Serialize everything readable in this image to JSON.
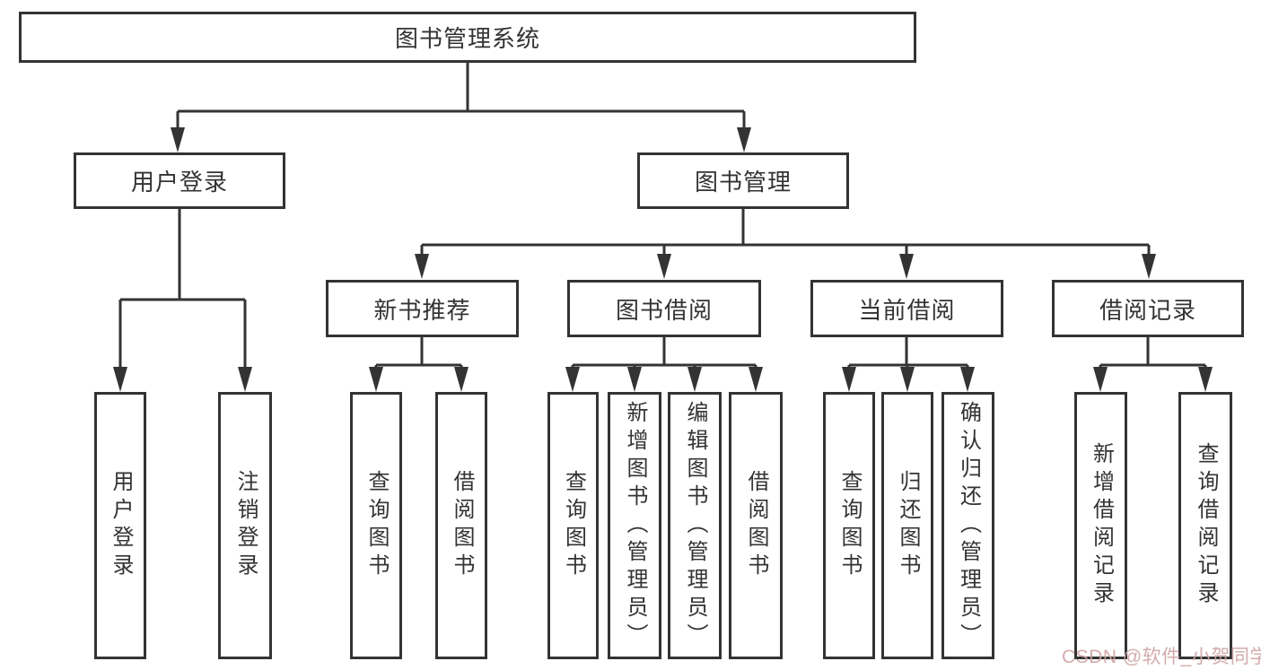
{
  "diagram": {
    "root": {
      "label": "图书管理系统"
    },
    "level1": [
      {
        "label": "用户登录"
      },
      {
        "label": "图书管理"
      }
    ],
    "level2": [
      {
        "label": "新书推荐"
      },
      {
        "label": "图书借阅"
      },
      {
        "label": "当前借阅"
      },
      {
        "label": "借阅记录"
      }
    ],
    "leaves": [
      {
        "label": "用户登录"
      },
      {
        "label": "注销登录"
      },
      {
        "label": "查询图书"
      },
      {
        "label": "借阅图书"
      },
      {
        "label": "查询图书"
      },
      {
        "label": "新增图书（管理员）"
      },
      {
        "label": "编辑图书（管理员）"
      },
      {
        "label": "借阅图书"
      },
      {
        "label": "查询图书"
      },
      {
        "label": "归还图书"
      },
      {
        "label": "确认归还（管理员）"
      },
      {
        "label": "新增借阅记录"
      },
      {
        "label": "查询借阅记录"
      }
    ],
    "watermark": "CSDN @软件_小贺同学",
    "colors": {
      "line": "#333333",
      "box_border": "#333333",
      "box_fill": "#ffffff",
      "text": "#333333",
      "watermark": "#cfa2a2",
      "background": "#ffffff"
    }
  }
}
